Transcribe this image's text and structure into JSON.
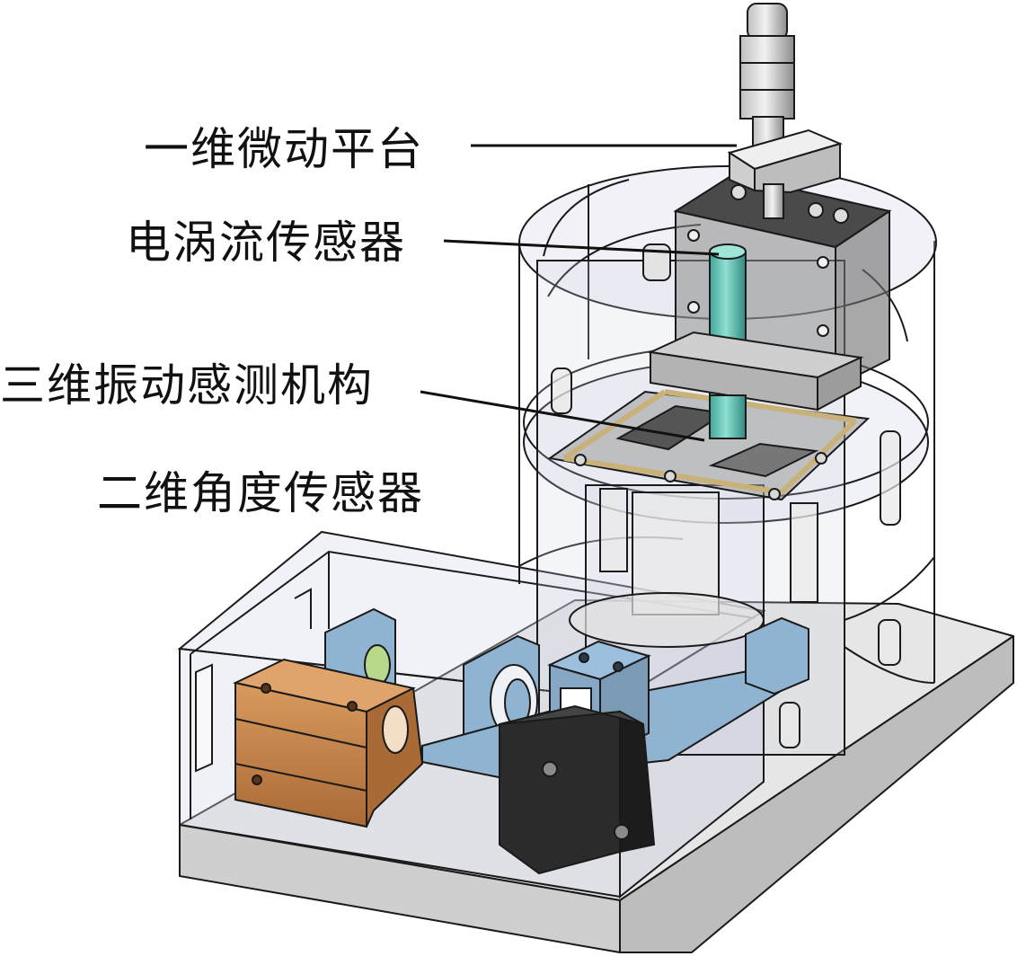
{
  "labels": {
    "micro_stage": "一维微动平台",
    "eddy_sensor": "电涡流传感器",
    "vibration_mechanism": "三维振动感测机构",
    "angle_sensor": "二维角度传感器"
  },
  "colors": {
    "outline": "#1a1a1a",
    "base_plate": "#dcdcdc",
    "base_side": "#c7c7c7",
    "glass": "#c8cbe0",
    "bracket_blue": "#8fb3d1",
    "copper": "#c0844e",
    "dark_block": "#2b2b2b",
    "cyan_probe": "#5fc4b4",
    "green_lens": "#b9d98a",
    "steel": "#a9a9a9"
  }
}
